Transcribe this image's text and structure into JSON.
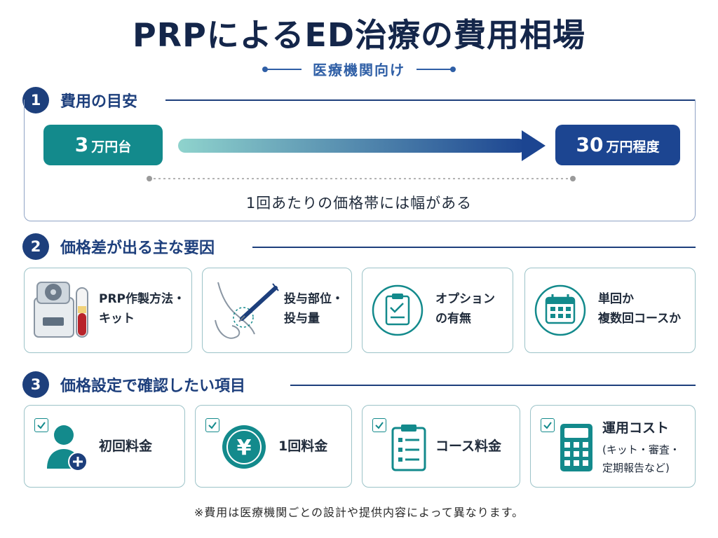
{
  "header": {
    "title": "PRPによるED治療の費用相場",
    "subtitle": "医療機関向け"
  },
  "section1": {
    "number": "1",
    "title": "費用の目安",
    "low": {
      "value": "3",
      "unit": "万円台"
    },
    "high": {
      "value": "30",
      "unit": "万円程度"
    },
    "caption": "1回あたりの価格帯には幅がある"
  },
  "section2": {
    "number": "2",
    "title": "価格差が出る主な要因",
    "cards": [
      {
        "line1": "PRP作製方法・",
        "line2": "キット",
        "icon": "centrifuge-icon"
      },
      {
        "line1": "投与部位・",
        "line2": "投与量",
        "icon": "injection-icon"
      },
      {
        "line1": "オプション",
        "line2": "の有無",
        "icon": "clipboard-check-icon"
      },
      {
        "line1": "単回か",
        "line2": "複数回コースか",
        "icon": "calendar-icon"
      }
    ]
  },
  "section3": {
    "number": "3",
    "title": "価格設定で確認したい項目",
    "cards": [
      {
        "label": "初回料金",
        "icon": "new-patient-icon"
      },
      {
        "label": "1回料金",
        "icon": "yen-coin-icon"
      },
      {
        "label": "コース料金",
        "icon": "checklist-icon"
      },
      {
        "label": "運用コスト",
        "sub1": "(キット・審査・",
        "sub2": "定期報告など)",
        "icon": "calculator-icon"
      }
    ]
  },
  "footnote": "※費用は医療機関ごとの設計や提供内容によって異なります。",
  "colors": {
    "navy": "#1d3f7c",
    "teal": "#138a8c",
    "blue": "#1c4591",
    "border": "#9cc3c8"
  }
}
